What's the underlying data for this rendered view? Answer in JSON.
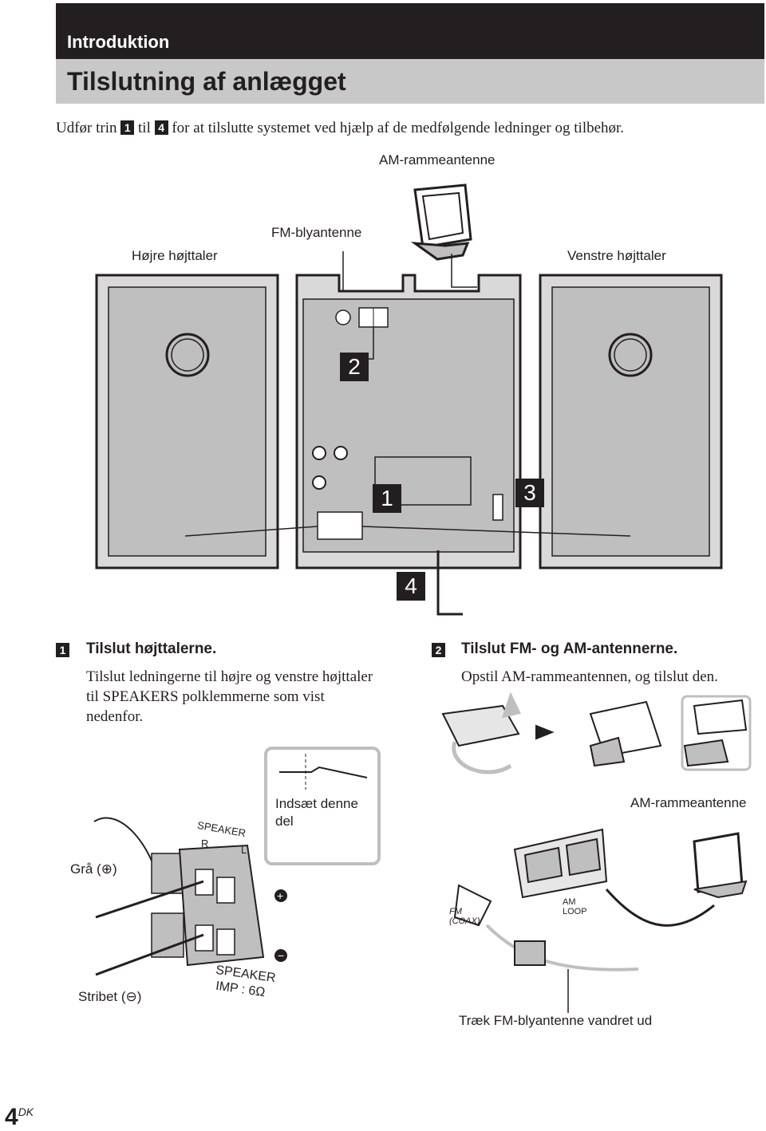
{
  "header": {
    "section": "Introduktion",
    "title": "Tilslutning af anlægget"
  },
  "intro": {
    "prefix": "Udfør trin",
    "step_a": "1",
    "middle": "til",
    "step_b": "4",
    "suffix": "for at tilslutte systemet ved hjælp af de medfølgende ledninger og tilbehør."
  },
  "diagram": {
    "am_antenna": "AM-rammeantenne",
    "fm_antenna": "FM-blyantenne",
    "right_speaker": "Højre højttaler",
    "left_speaker": "Venstre højttaler",
    "callouts": [
      "1",
      "2",
      "3",
      "4"
    ]
  },
  "step1": {
    "badge": "1",
    "heading": "Tilslut højttalerne.",
    "body": "Tilslut ledningerne til højre og venstre højttaler til SPEAKERS polklemmerne som vist nedenfor."
  },
  "step2": {
    "badge": "2",
    "heading": "Tilslut FM- og AM-antennerne.",
    "body": "Opstil AM-rammeantennen, og tilslut den."
  },
  "detail": {
    "insert_label": "Indsæt denne del",
    "gray": "Grå (⊕)",
    "striped": "Stribet (⊖)",
    "speaker_top": "SPEAKER",
    "r": "R",
    "l": "L",
    "speaker_imp_1": "SPEAKER",
    "speaker_imp_2": "IMP : 6Ω",
    "am_label": "AM-rammeantenne",
    "fm_coax": "FM (COAX)",
    "am_loop": "AM LOOP",
    "pull_fm": "Træk FM-blyantenne vandret ud"
  },
  "footer": {
    "page": "4",
    "suffix": "DK"
  }
}
